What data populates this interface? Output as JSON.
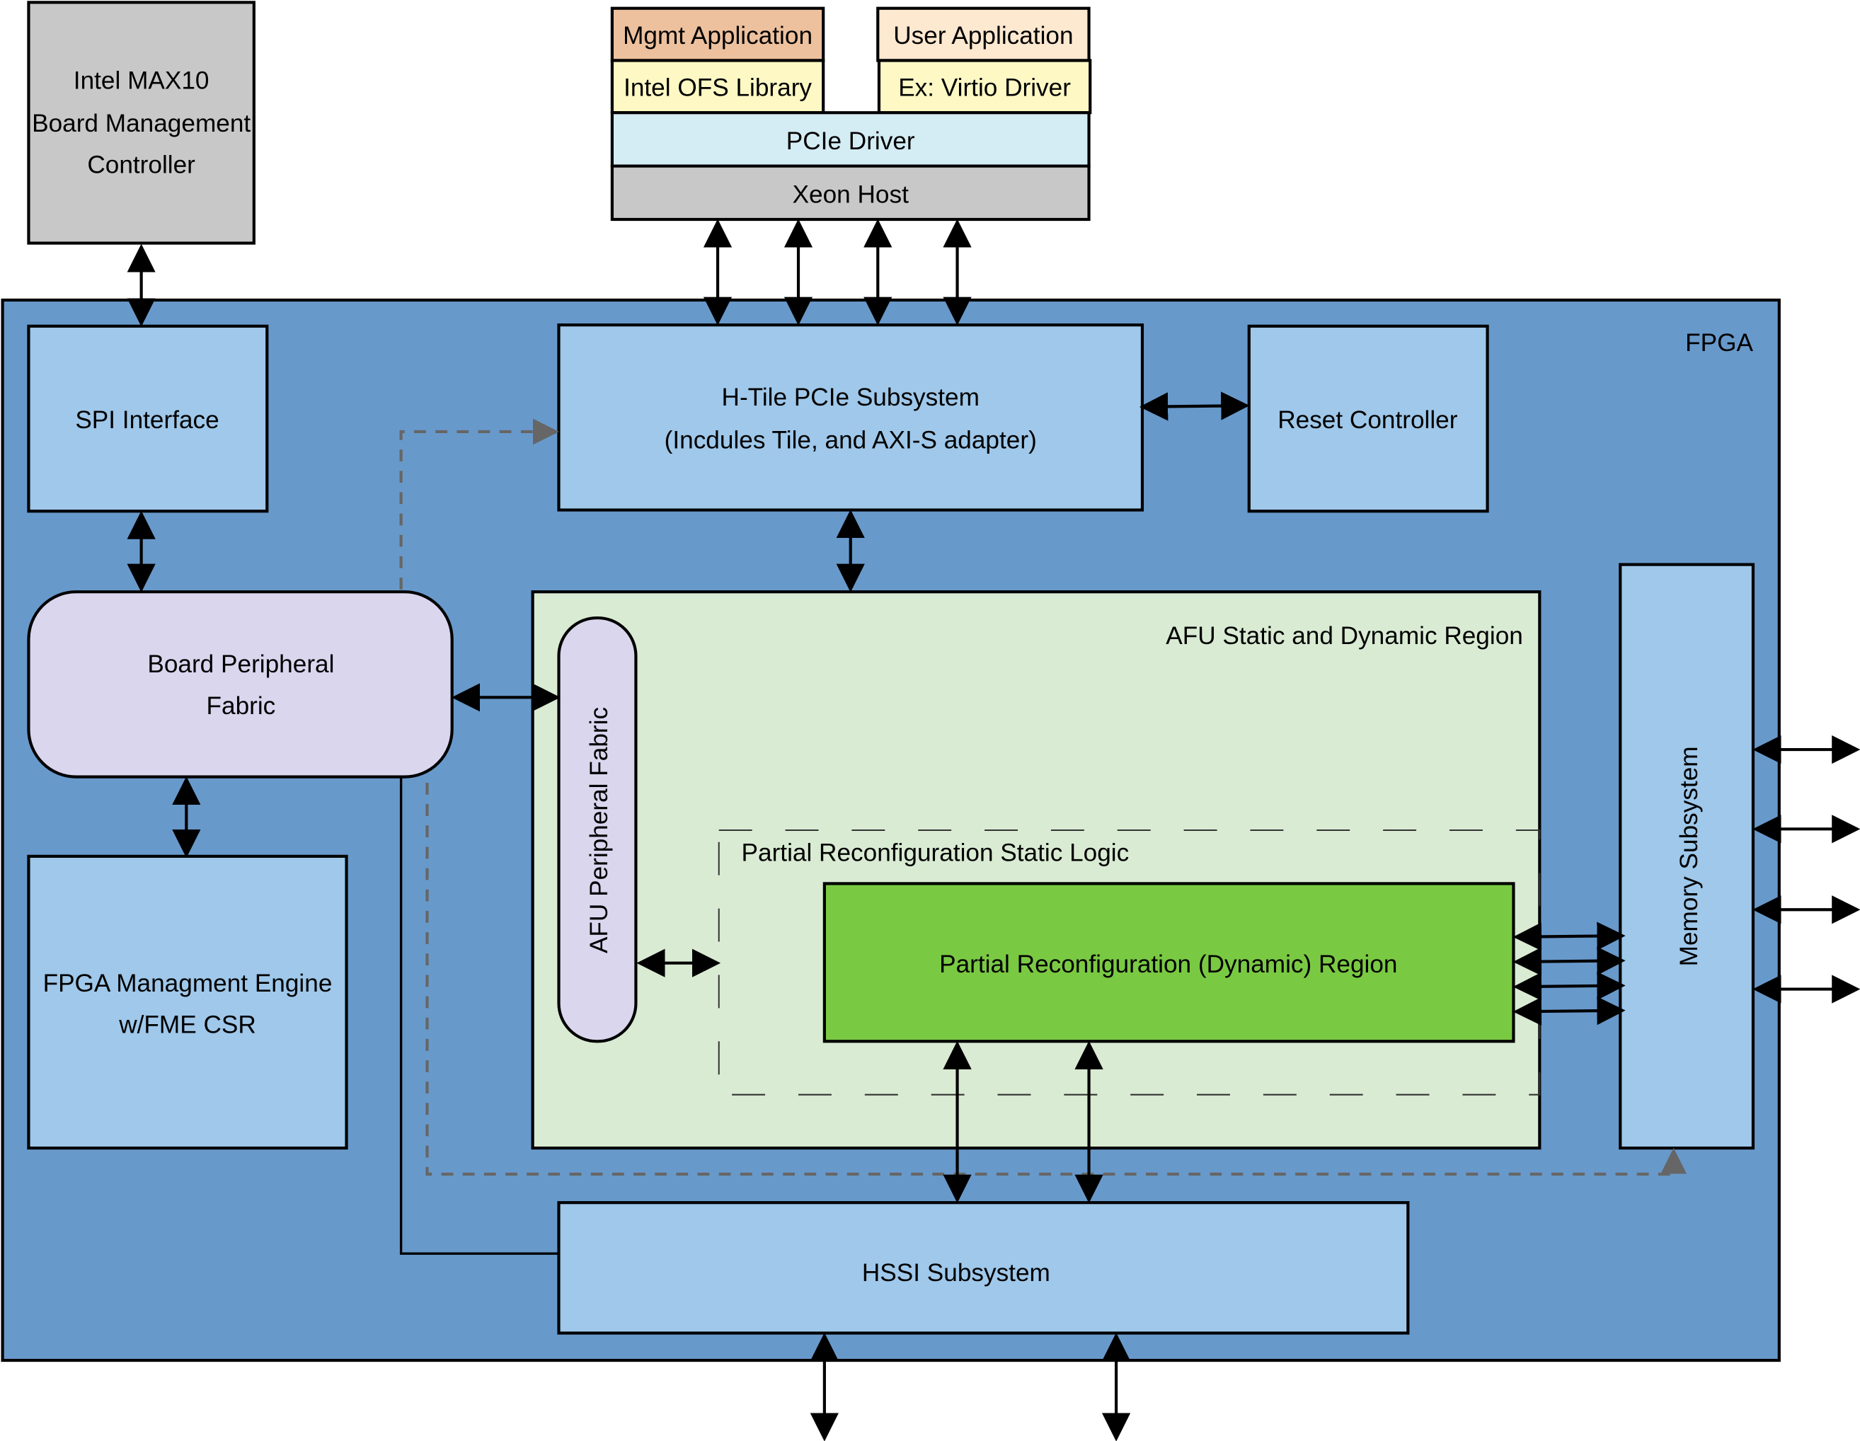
{
  "colors": {
    "fpga": "#6899cb",
    "block": "#9fc8ea",
    "fabric": "#d9d6ee",
    "afu_region": "#d9ebd3",
    "pr_dynamic": "#7ac943",
    "max10": "#c8c8c8",
    "mgmt_app": "#edc19e",
    "user_app": "#fde8d0",
    "library": "#fdf8c4",
    "pcie_driver": "#d4ecf3",
    "xeon_host": "#c8c8c8"
  },
  "max10": {
    "lines": [
      "Intel MAX10",
      "Board Management",
      "Controller"
    ]
  },
  "host": {
    "mgmt_app": "Mgmt Application",
    "user_app": "User Application",
    "ofs_library": "Intel OFS Library",
    "virtio_driver": "Ex: Virtio Driver",
    "pcie_driver": "PCIe Driver",
    "xeon_host": "Xeon Host"
  },
  "fpga": {
    "label": "FPGA",
    "spi": "SPI Interface",
    "htile": {
      "lines": [
        "H-Tile PCIe Subsystem",
        "(Incdules Tile, and AXI-S adapter)"
      ]
    },
    "reset": "Reset Controller",
    "bpf": {
      "lines": [
        "Board Peripheral",
        "Fabric"
      ]
    },
    "fme": {
      "lines": [
        "FPGA Managment Engine",
        "w/FME CSR"
      ]
    },
    "afu_region": "AFU Static and Dynamic Region",
    "afu_fabric": "AFU Peripheral Fabric",
    "pr_static": "Partial Reconfiguration Static Logic",
    "pr_dynamic": "Partial Reconfiguration (Dynamic) Region",
    "memory": "Memory Subsystem",
    "hssi": "HSSI Subsystem"
  }
}
